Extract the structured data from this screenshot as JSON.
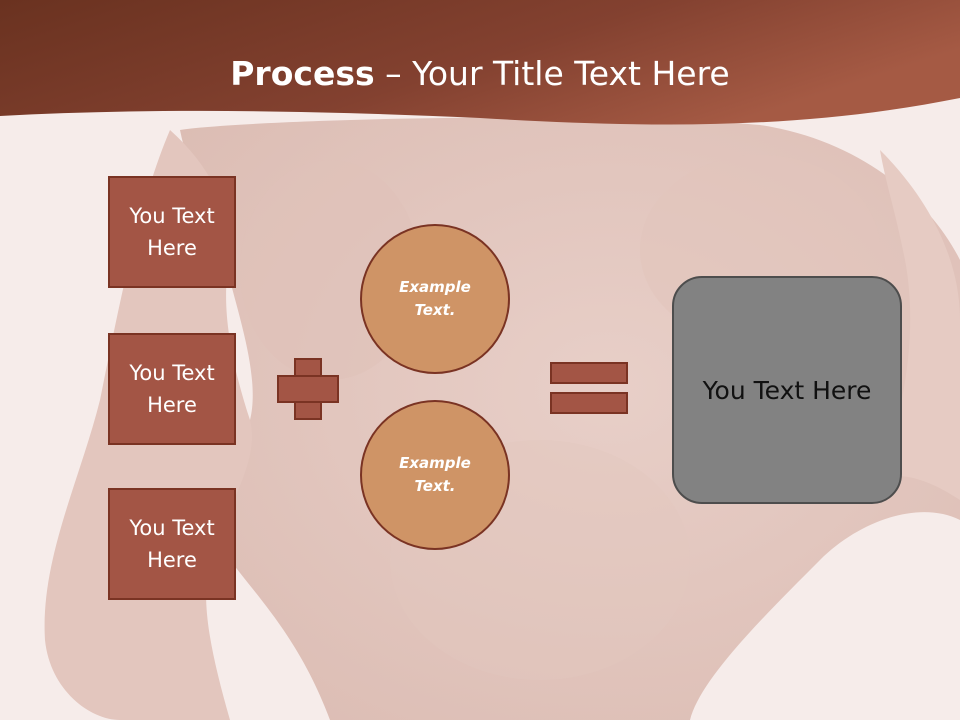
{
  "title": {
    "bold": "Process",
    "rest": " – Your Title Text Here"
  },
  "boxes": [
    {
      "label": "You Text Here"
    },
    {
      "label": "You Text Here"
    },
    {
      "label": "You Text Here"
    }
  ],
  "circles": [
    {
      "label": "Example Text."
    },
    {
      "label": "Example Text."
    }
  ],
  "result": {
    "label": "You Text Here"
  },
  "colors": {
    "header": "#7a3a26",
    "box_fill": "#a35545",
    "circle_fill": "#cf9466",
    "result_fill": "#828282"
  }
}
